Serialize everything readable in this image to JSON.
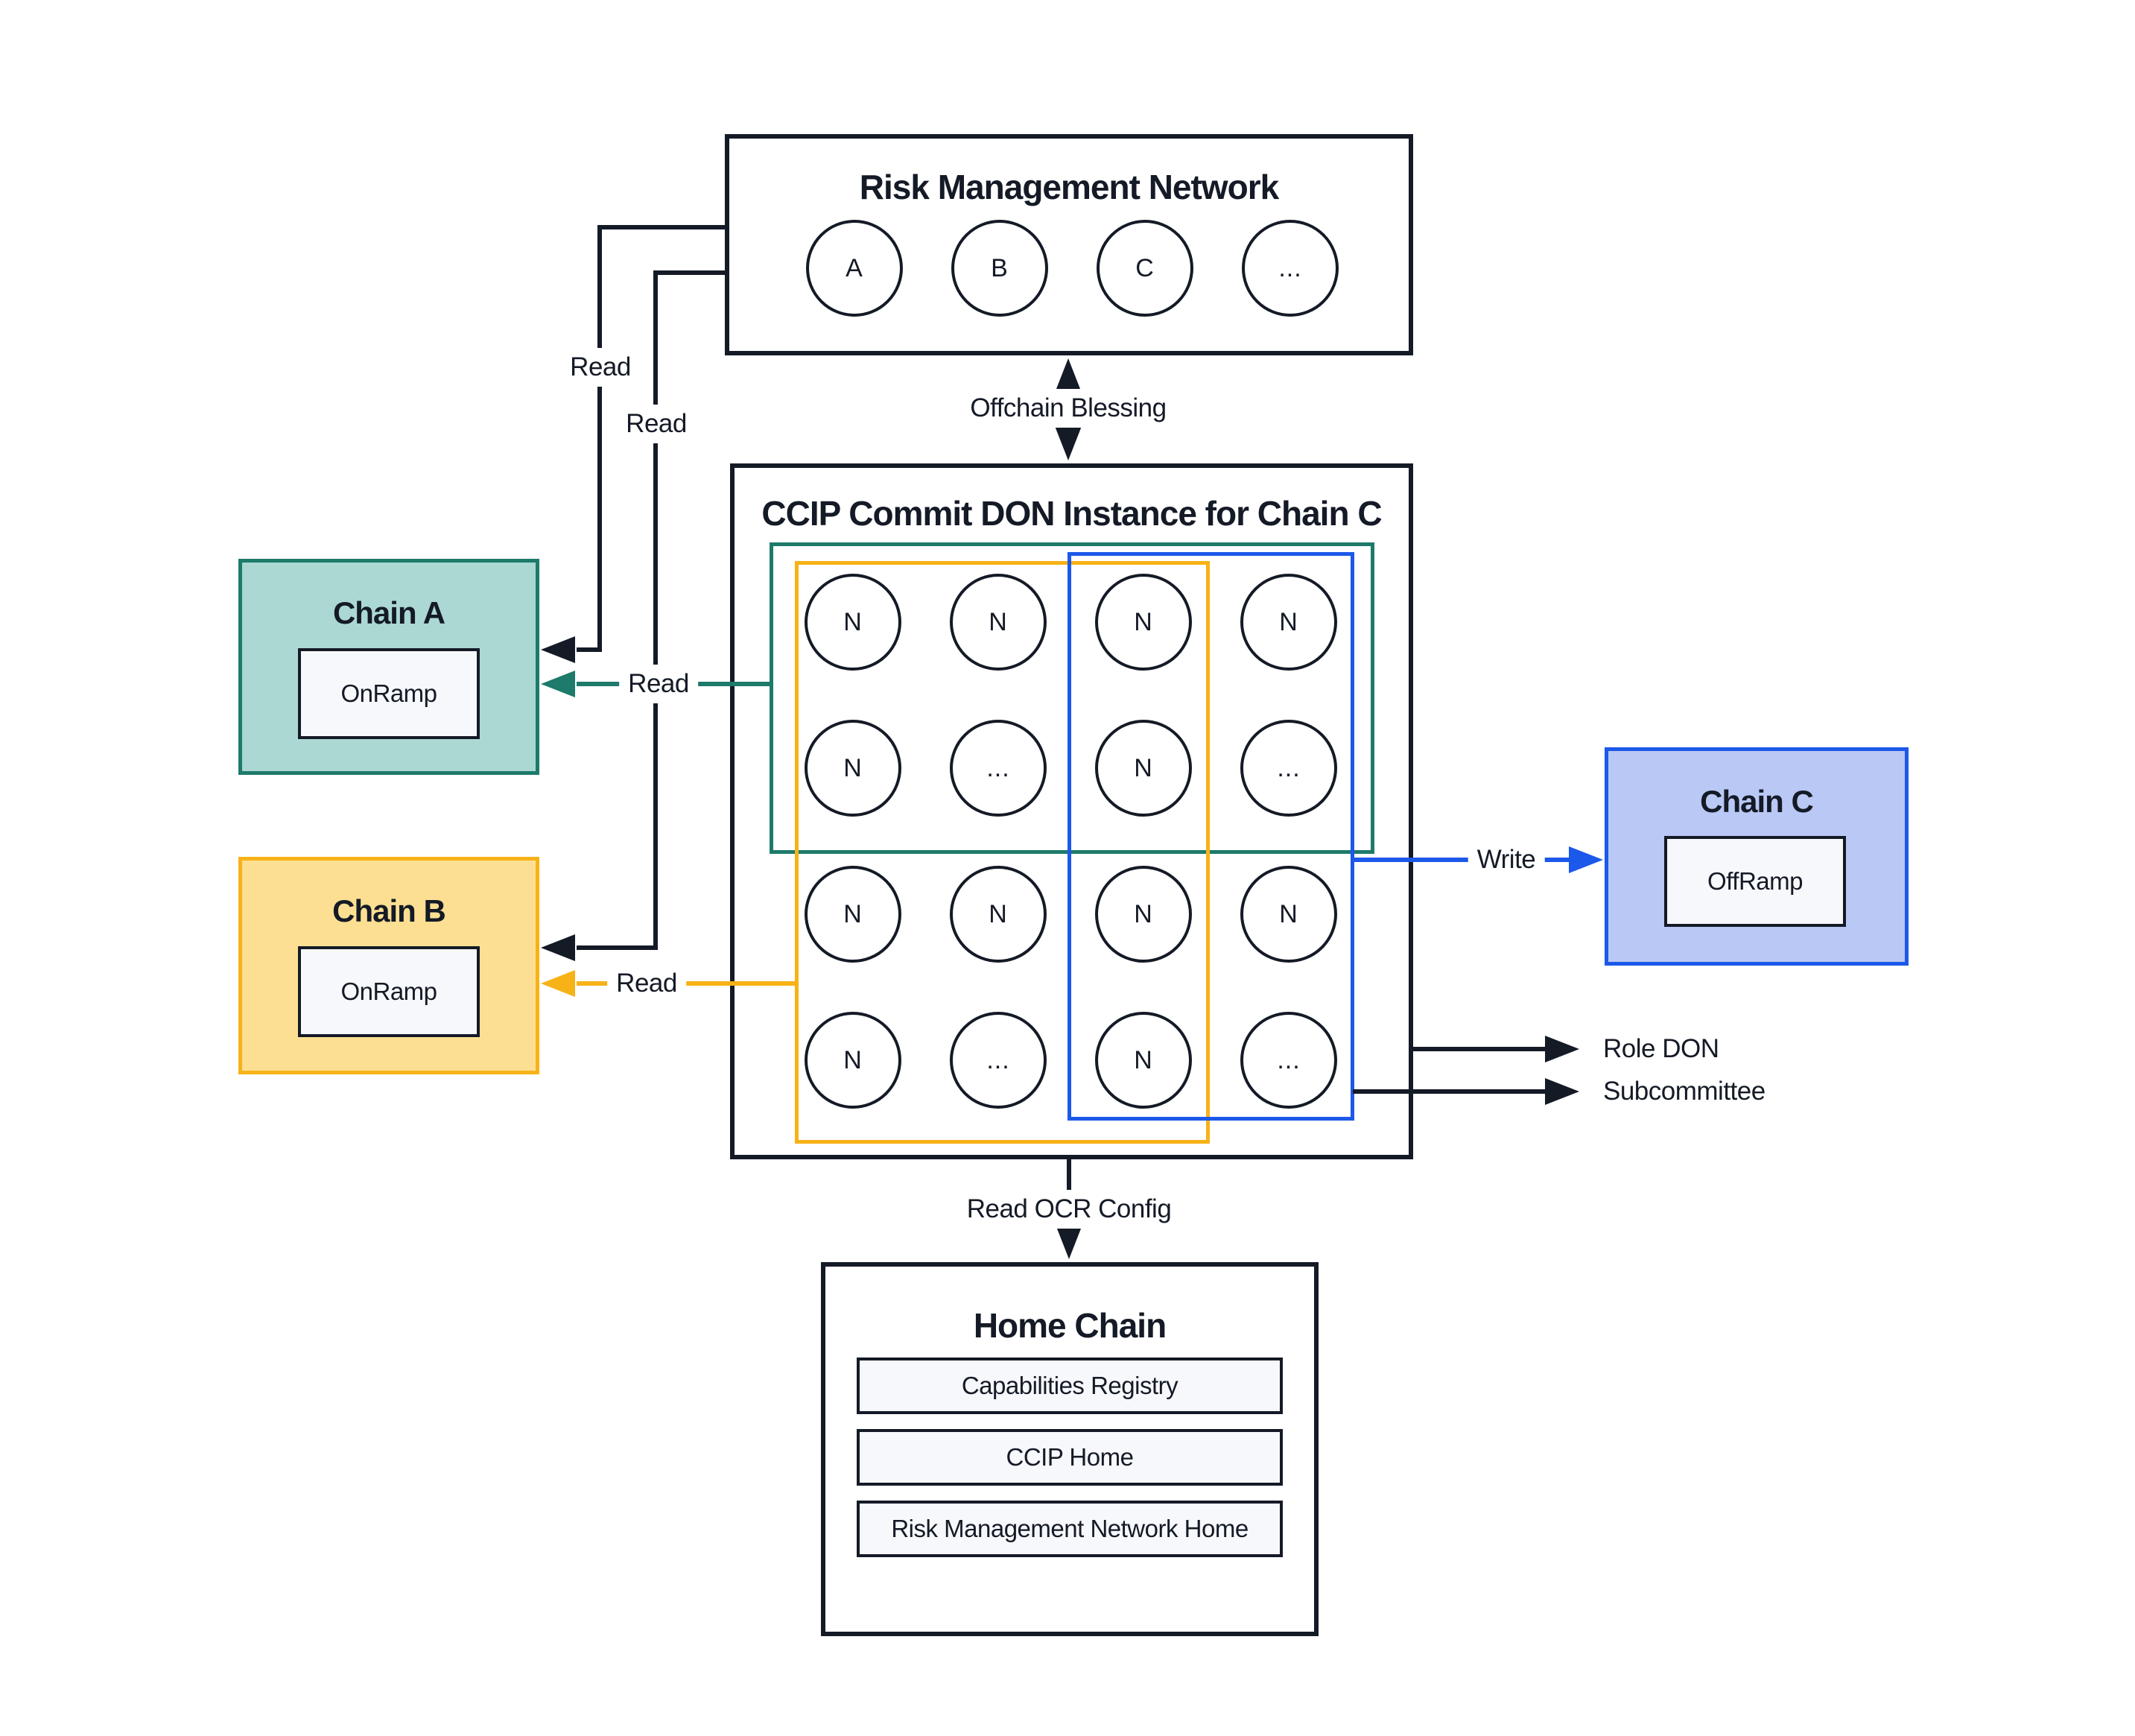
{
  "colors": {
    "ink": "#141a26",
    "teal": "#1e7a6a",
    "teal_fill": "#abd8d2",
    "yellow": "#f7b217",
    "yellow_fill": "#fcdf92",
    "blue": "#1c58e9",
    "blue_fill": "#b9c8f4",
    "panel": "#f7f8fc",
    "bg": "#ffffff"
  },
  "rmn": {
    "title": "Risk Management Network",
    "nodes": [
      "A",
      "B",
      "C",
      "..."
    ]
  },
  "ccip": {
    "title": "CCIP Commit DON Instance for Chain C",
    "nodes": [
      "N",
      "N",
      "N",
      "N",
      "N",
      "...",
      "N",
      "...",
      "N",
      "N",
      "N",
      "N",
      "N",
      "...",
      "N",
      "..."
    ]
  },
  "chains": {
    "a": {
      "title": "Chain A",
      "contract": "OnRamp"
    },
    "b": {
      "title": "Chain B",
      "contract": "OnRamp"
    },
    "c": {
      "title": "Chain C",
      "contract": "OffRamp"
    }
  },
  "home": {
    "title": "Home Chain",
    "items": [
      "Capabilities Registry",
      "CCIP Home",
      "Risk Management Network Home"
    ]
  },
  "labels": {
    "read": "Read",
    "write": "Write",
    "offchain_blessing": "Offchain Blessing",
    "read_ocr_config": "Read OCR Config",
    "role_don": "Role DON",
    "subcommittee": "Subcommittee"
  }
}
